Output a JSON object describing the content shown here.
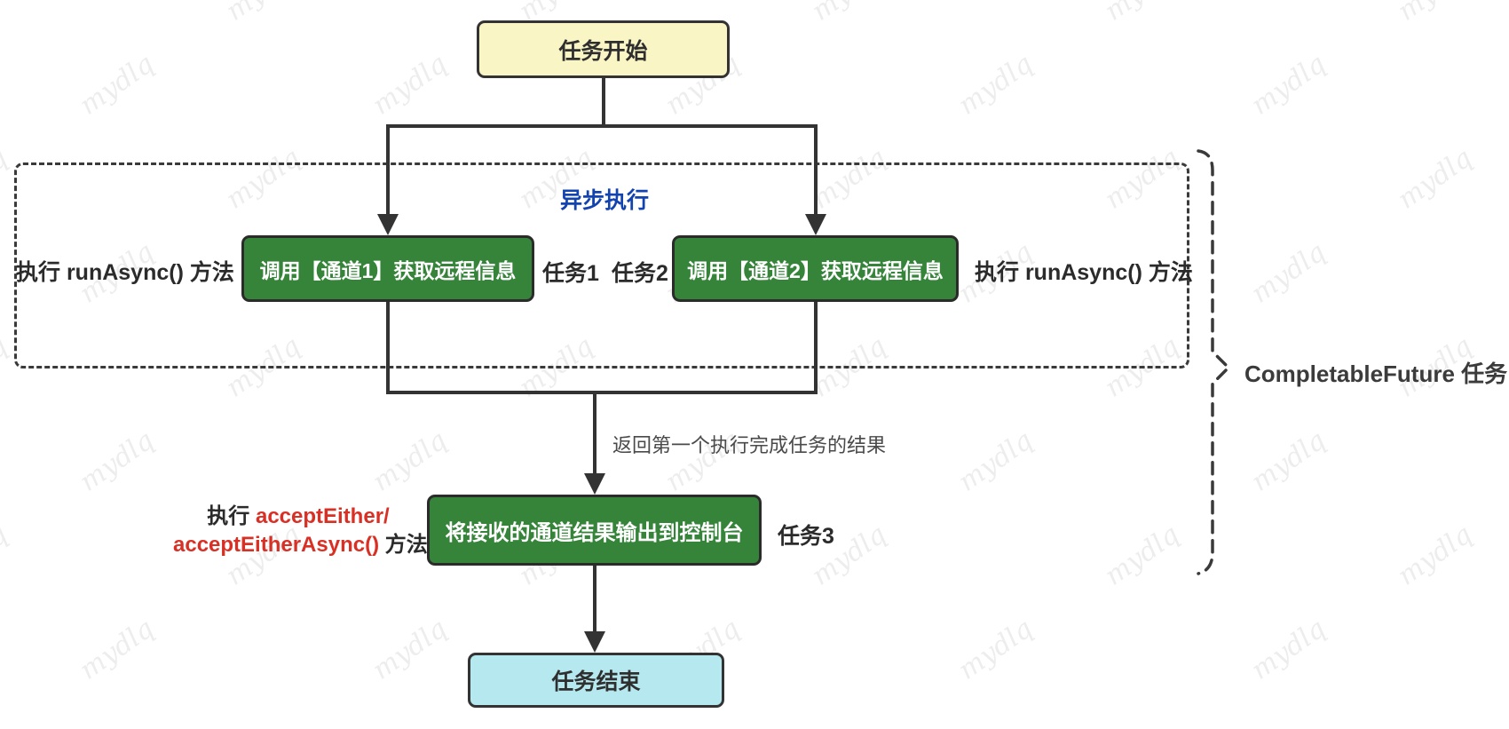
{
  "diagram": {
    "watermark_text": "mydlq",
    "colors": {
      "line": "#333333",
      "green_box": "#35843a",
      "yellow_box": "#faf5c5",
      "blue_box": "#b5e9ef",
      "async_label_blue": "#1243ae",
      "method_red": "#d93025"
    },
    "nodes": {
      "start": "任务开始",
      "task1": "调用【通道1】获取远程信息",
      "task2": "调用【通道2】获取远程信息",
      "task3": "将接收的通道结果输出到控制台",
      "end": "任务结束"
    },
    "labels": {
      "async_group": "异步执行",
      "run_async_left": "执行 runAsync() 方法",
      "run_async_right": "执行 runAsync() 方法",
      "task1_tag": "任务1",
      "task2_tag": "任务2",
      "task3_tag": "任务3",
      "return_note": "返回第一个执行完成任务的结果",
      "accept_prefix": "执行 ",
      "accept_red_line1": "acceptEither/",
      "accept_red_line2": "acceptEitherAsync()",
      "accept_suffix": " 方法",
      "brace_label": "CompletableFuture 任务"
    }
  }
}
